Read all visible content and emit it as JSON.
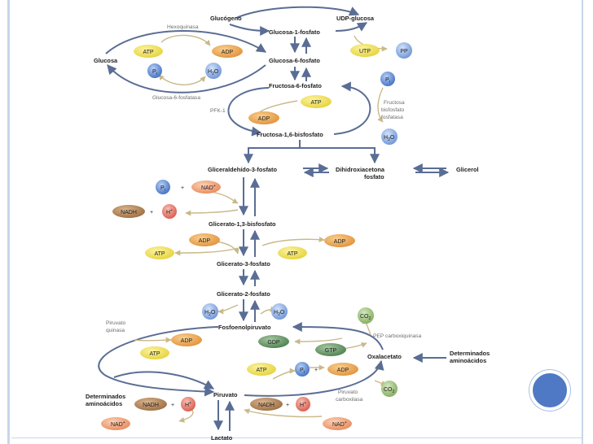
{
  "metabolites": {
    "glucogeno": "Glucógeno",
    "udp_glucosa": "UDP-glucosa",
    "glucosa_1_fosfato": "Glucosa-1-fosfato",
    "glucosa": "Glucosa",
    "glucosa_6_fosfato": "Glucosa-6-fosfato",
    "fructosa_6_fosfato": "Fructosa-6-fosfato",
    "fructosa_16_bisfosfato": "Fructosa-1,6-bisfosfato",
    "gliceraldehido_3_fosfato": "Gliceraldehído-3-fosfato",
    "dihidroxiacetona_1": "Dihidroxiacetona",
    "dihidroxiacetona_2": "fosfato",
    "glicerol": "Glicerol",
    "glicerato_13_bisfosfato": "Glicerato-1,3-bisfosfato",
    "glicerato_3_fosfato": "Glicerato-3-fosfato",
    "glicerato_2_fosfato": "Glicerato-2-fosfato",
    "fosfoenolpiruvato": "Fosfoenolpiruvato",
    "oxalacetato": "Oxalacetato",
    "piruvato": "Piruvato",
    "lactato": "Lactato",
    "aminoacidos_left_1": "Determinados",
    "aminoacidos_left_2": "aminoácidos",
    "aminoacidos_right_1": "Determinados",
    "aminoacidos_right_2": "aminoácidos"
  },
  "enzymes": {
    "hexoquinasa": "Hexoquinasa",
    "glucosa_6_fosfatasa": "Glucosa-6-fosfatasa",
    "pfk1": "PFK-1",
    "fbpasa_1": "Fructosa",
    "fbpasa_2": "bisfosfato",
    "fbpasa_3": "fosfatasa",
    "piruvato_quinasa_1": "Piruvato",
    "piruvato_quinasa_2": "quinasa",
    "pep_carboxiquinasa": "PEP carboxiquinasa",
    "piruvato_carboxilasa_1": "Piruvato",
    "piruvato_carboxilasa_2": "carboxilasa"
  },
  "cofactors": {
    "atp": "ATP",
    "adp": "ADP",
    "utp": "UTP",
    "pp": "PP",
    "pi": "P",
    "pi_sub": "i",
    "h2o_h": "H",
    "h2o_2": "2",
    "h2o_o": "O",
    "nad": "NAD",
    "nadh": "NADH",
    "h": "H",
    "plus_sign": "+",
    "gdp": "GDP",
    "gtp": "GTP",
    "co2_c": "CO",
    "co2_2": "2",
    "plus": "+"
  },
  "colors": {
    "arrow": "#5a6d94",
    "atp": "#efe04c",
    "adp": "#e8a24a",
    "phosphate": "#5c8bd6",
    "water": "#7fa4e0",
    "nad": "#ee9c70",
    "nadh": "#b7875a",
    "hplus": "#e87868",
    "gtp": "#5f9360",
    "co2": "#8fb76f",
    "slide_dot": "#4f79c4"
  }
}
